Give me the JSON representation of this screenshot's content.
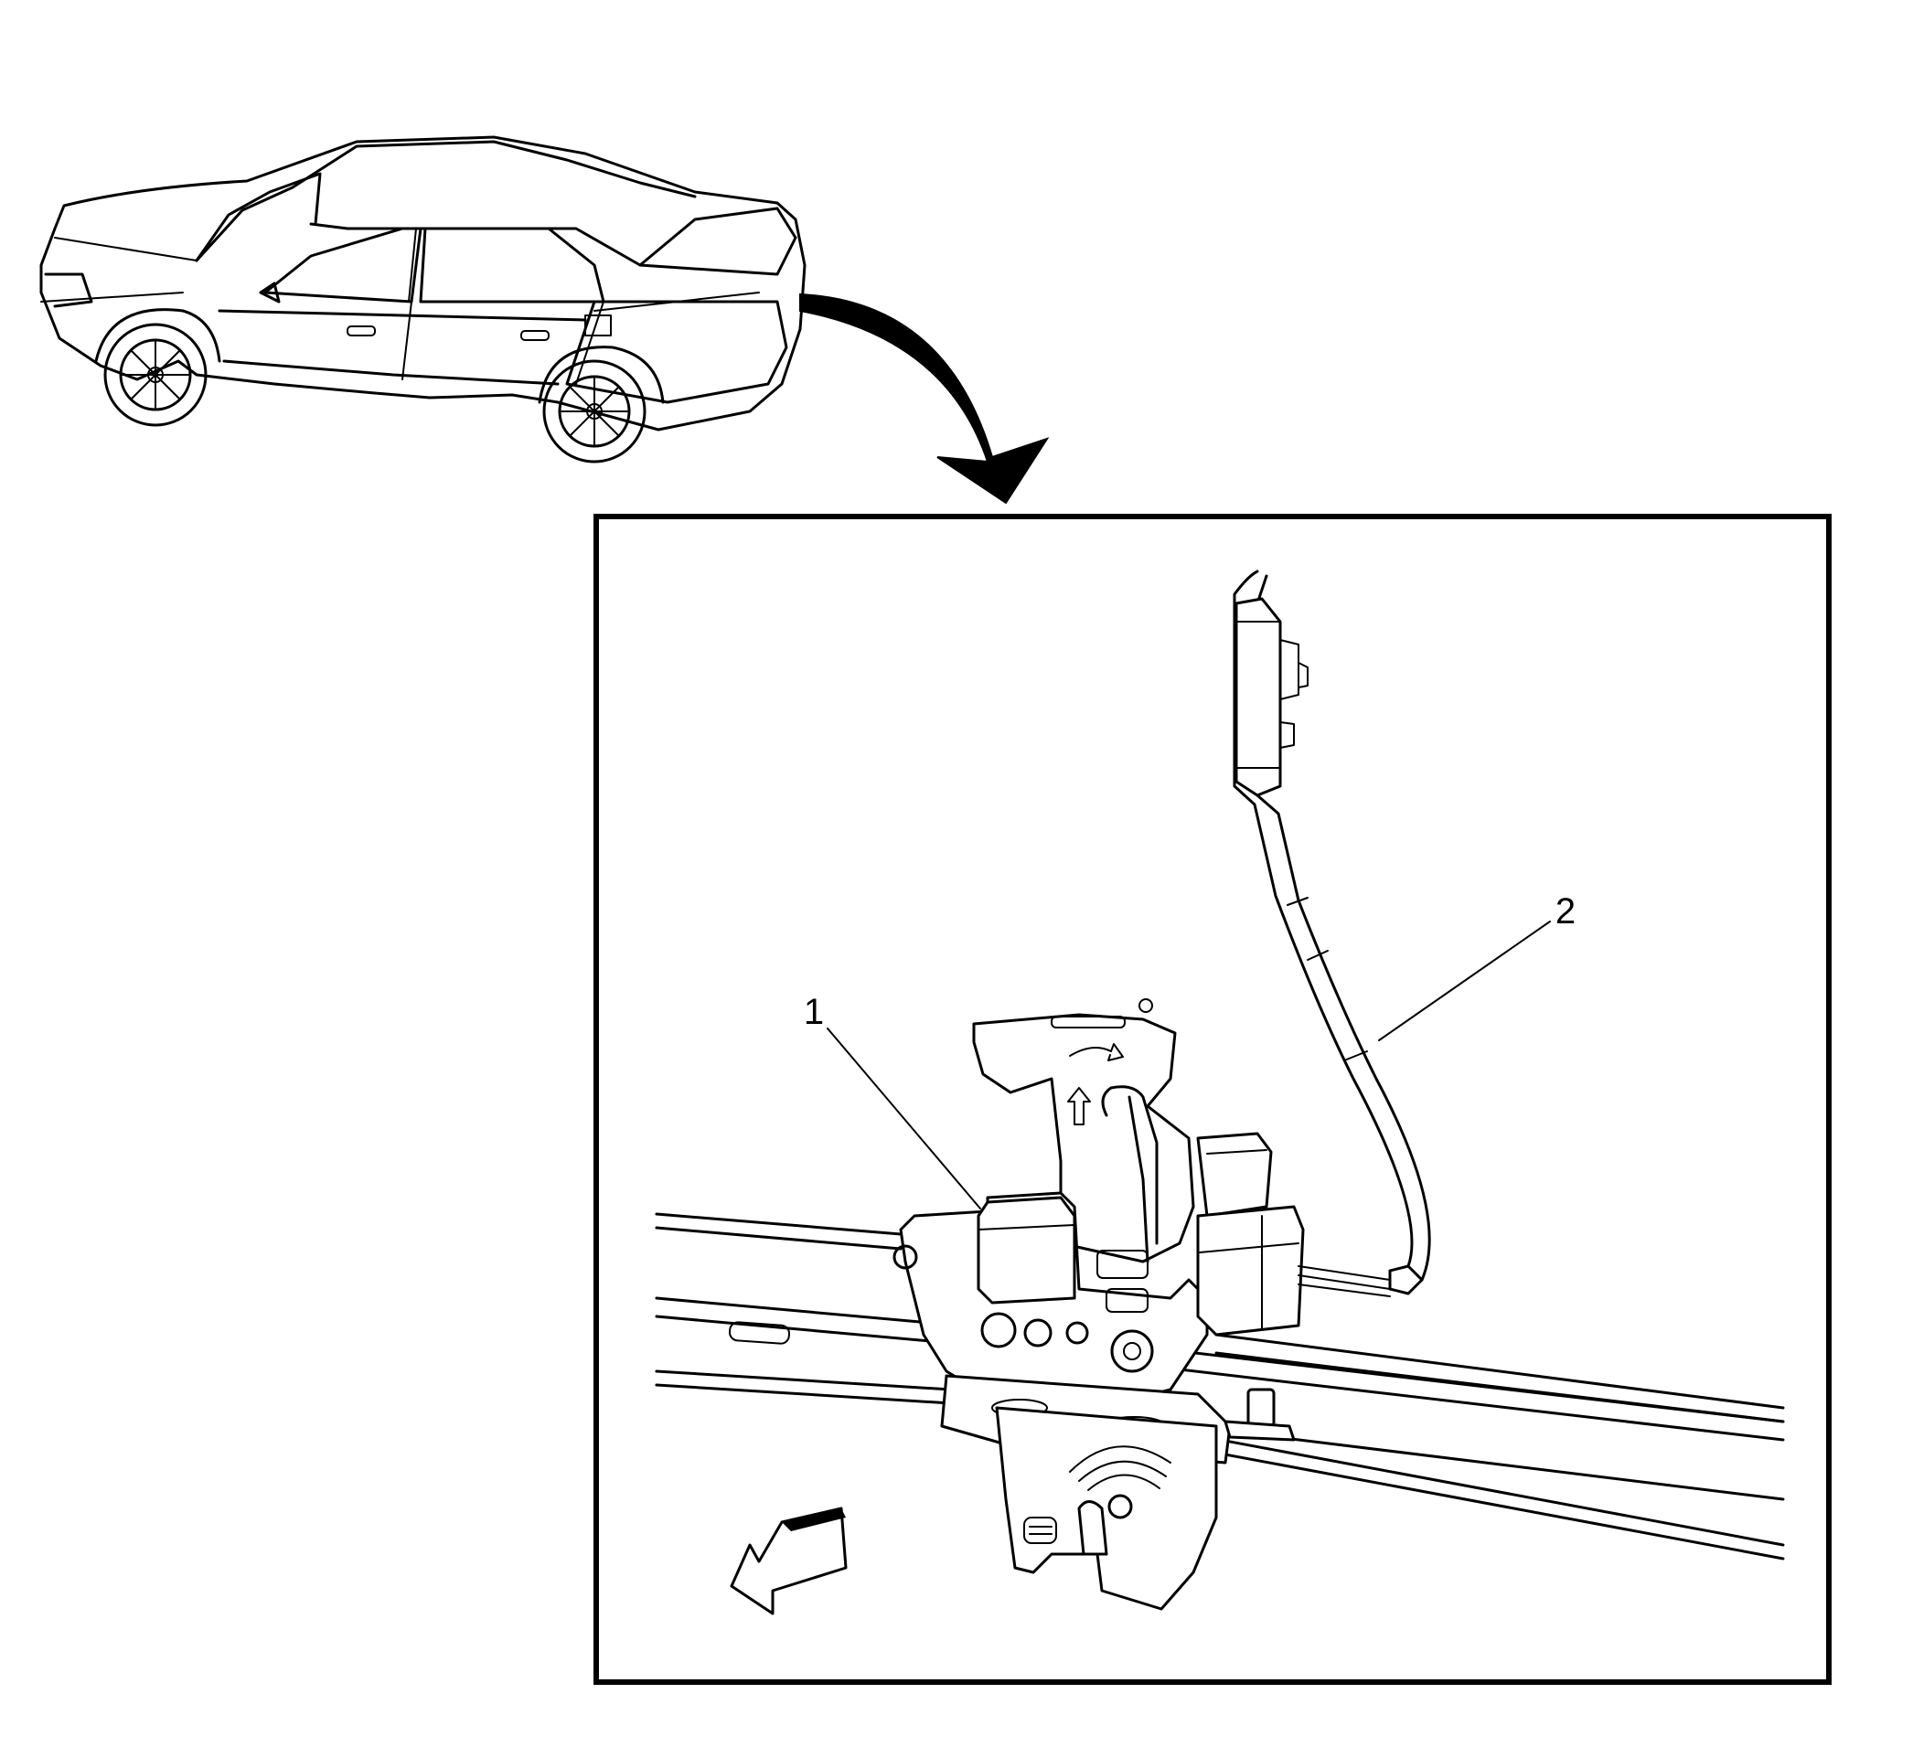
{
  "callouts": [
    {
      "id": "1",
      "label": "1"
    },
    {
      "id": "2",
      "label": "2"
    }
  ],
  "icons": {
    "vehicle": "sedan-vehicle-icon",
    "location_arrow": "curved-arrow-icon",
    "direction_arrow": "forward-direction-arrow-icon"
  },
  "colors": {
    "line": "#000000",
    "background": "#ffffff"
  }
}
